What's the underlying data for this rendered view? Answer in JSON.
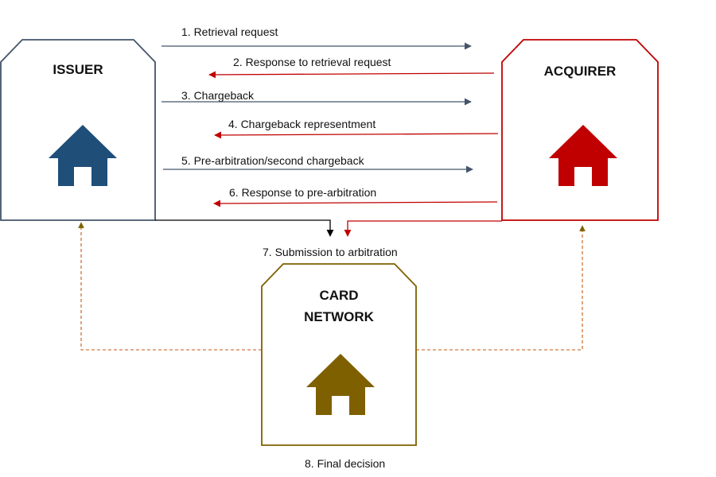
{
  "colors": {
    "issuer": "#44546A",
    "issuer_icon": "#1F4E79",
    "acquirer": "#C00000",
    "network": "#7F6000",
    "dashed": "#C55A11",
    "black": "#000000"
  },
  "nodes": {
    "issuer": {
      "title": "ISSUER",
      "icon": "house-icon"
    },
    "acquirer": {
      "title": "ACQUIRER",
      "icon": "house-icon"
    },
    "network": {
      "title_line1": "CARD",
      "title_line2": "NETWORK",
      "icon": "house-icon"
    }
  },
  "steps": [
    {
      "label": "1. Retrieval request",
      "direction": "to-acquirer"
    },
    {
      "label": "2. Response to retrieval request",
      "direction": "to-issuer"
    },
    {
      "label": "3. Chargeback",
      "direction": "to-acquirer"
    },
    {
      "label": "4. Chargeback representment",
      "direction": "to-issuer"
    },
    {
      "label": "5. Pre-arbitration/second chargeback",
      "direction": "to-acquirer"
    },
    {
      "label": "6. Response to pre-arbitration",
      "direction": "to-issuer"
    },
    {
      "label": "7. Submission to arbitration",
      "direction": "to-network"
    },
    {
      "label": "8. Final decision",
      "direction": "to-issuer-and-acquirer"
    }
  ]
}
